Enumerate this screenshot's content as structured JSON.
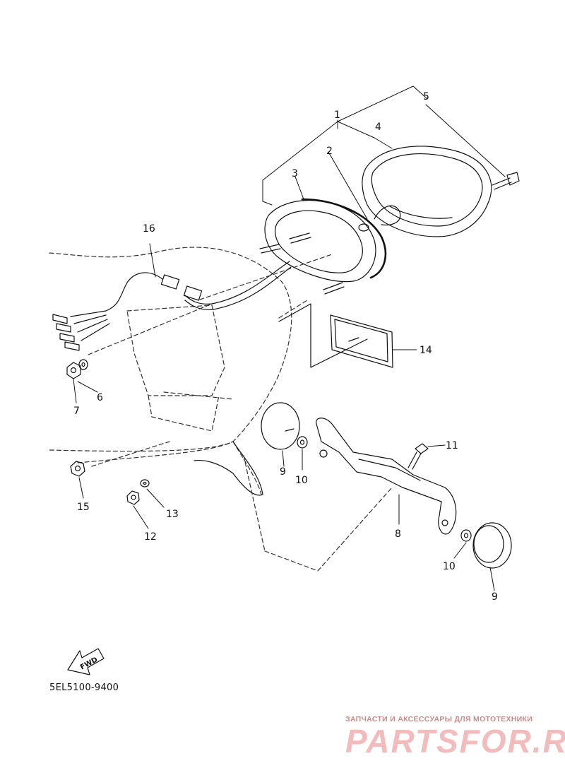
{
  "diagram": {
    "part_numbers": [
      "1",
      "2",
      "3",
      "4",
      "5",
      "6",
      "7",
      "8",
      "9",
      "9",
      "10",
      "10",
      "11",
      "12",
      "13",
      "14",
      "15",
      "16"
    ],
    "fwd_label": "FWD",
    "catalog_code": "5EL5100-9400"
  },
  "watermark": {
    "tagline": "ЗАПЧАСТИ И АКСЕССУАРЫ ДЛЯ МОТОТЕХНИКИ",
    "logo": "PARTSFOR.RU"
  },
  "colors": {
    "line": "#111111",
    "dashed": "#333333",
    "watermark": "#f2bcbc"
  }
}
